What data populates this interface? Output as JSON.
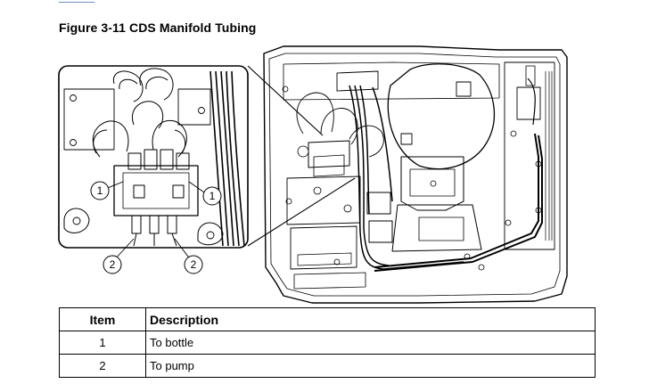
{
  "figure": {
    "title": "Figure 3-11 CDS Manifold Tubing",
    "callouts": [
      "1",
      "1",
      "2",
      "2"
    ]
  },
  "legend_table": {
    "headers": {
      "item": "Item",
      "description": "Description"
    },
    "rows": [
      {
        "item": "1",
        "description": "To bottle"
      },
      {
        "item": "2",
        "description": "To pump"
      }
    ]
  }
}
